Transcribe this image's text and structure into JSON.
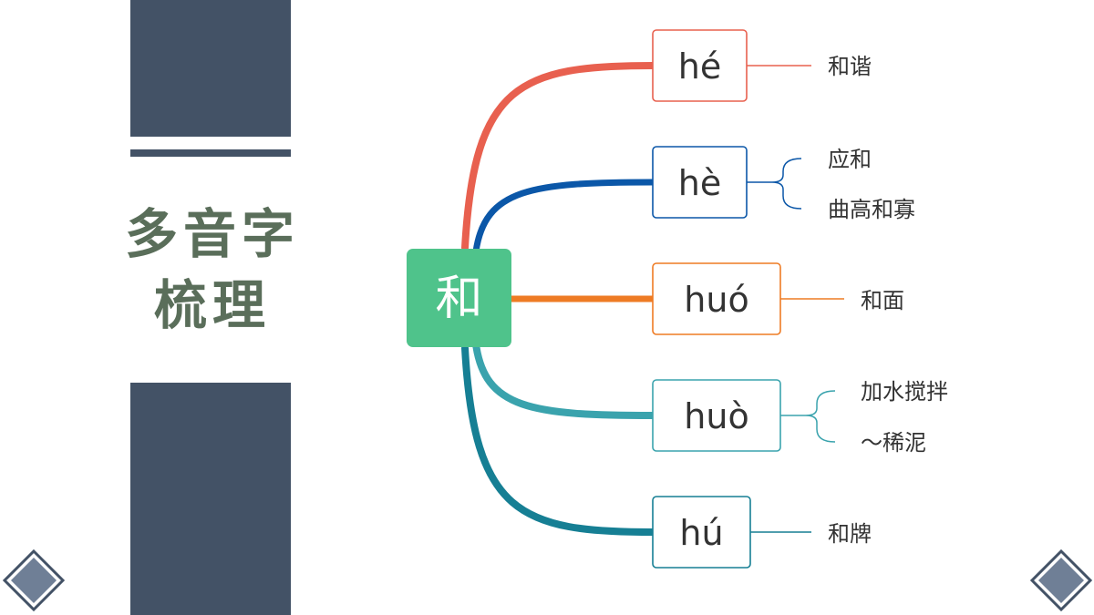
{
  "colors": {
    "panel": "#435266",
    "title": "#5a6e5a",
    "center_bg": "#4fc38b",
    "text": "#333333"
  },
  "title": {
    "line1": "多音字",
    "line2": "梳理"
  },
  "center": {
    "label": "和"
  },
  "branches": [
    {
      "pinyin": "hé",
      "color": "#e8604f",
      "words": [
        "和谐"
      ]
    },
    {
      "pinyin": "hè",
      "color": "#0b57a8",
      "words": [
        "应和",
        "曲高和寡"
      ]
    },
    {
      "pinyin": "huó",
      "color": "#ee7b24",
      "words": [
        "和面"
      ]
    },
    {
      "pinyin": "huò",
      "color": "#3aa3ad",
      "words": [
        "加水搅拌",
        "～稀泥"
      ]
    },
    {
      "pinyin": "hú",
      "color": "#167f94",
      "words": [
        "和牌"
      ]
    }
  ]
}
